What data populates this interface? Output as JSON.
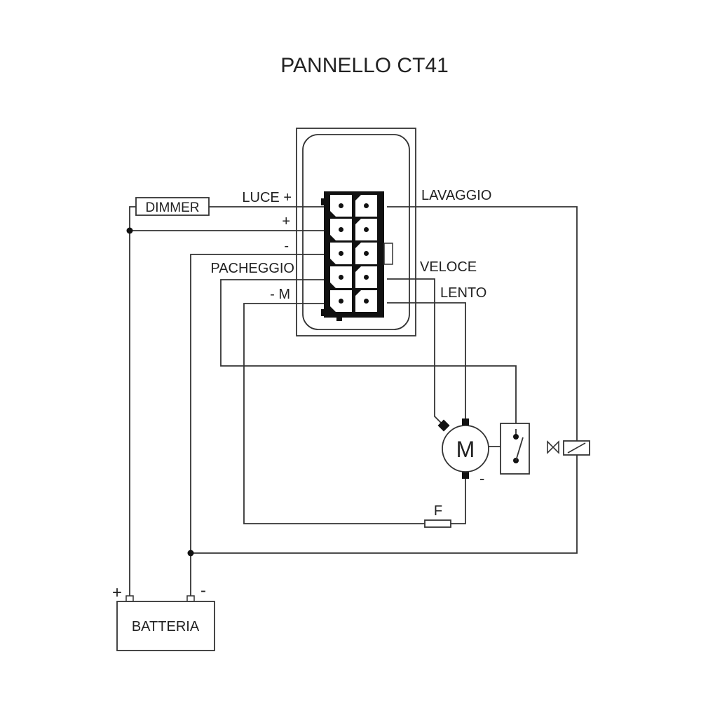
{
  "title": "PANNELLO CT41",
  "connector": {
    "left_labels": {
      "luce": "LUCE +",
      "plus": "+",
      "minus": "-",
      "pacheggio": "PACHEGGIO",
      "minus_m": "- M"
    },
    "right_labels": {
      "lavaggio": "LAVAGGIO",
      "veloce": "VELOCE",
      "lento": "LENTO"
    }
  },
  "components": {
    "dimmer": "DIMMER",
    "motor": "M",
    "motor_minus": "-",
    "fuse": "F",
    "battery": "BATTERIA",
    "battery_plus": "+",
    "battery_minus": "-"
  },
  "colors": {
    "line": "#333333",
    "connector_fill": "#111111",
    "background": "#ffffff"
  }
}
